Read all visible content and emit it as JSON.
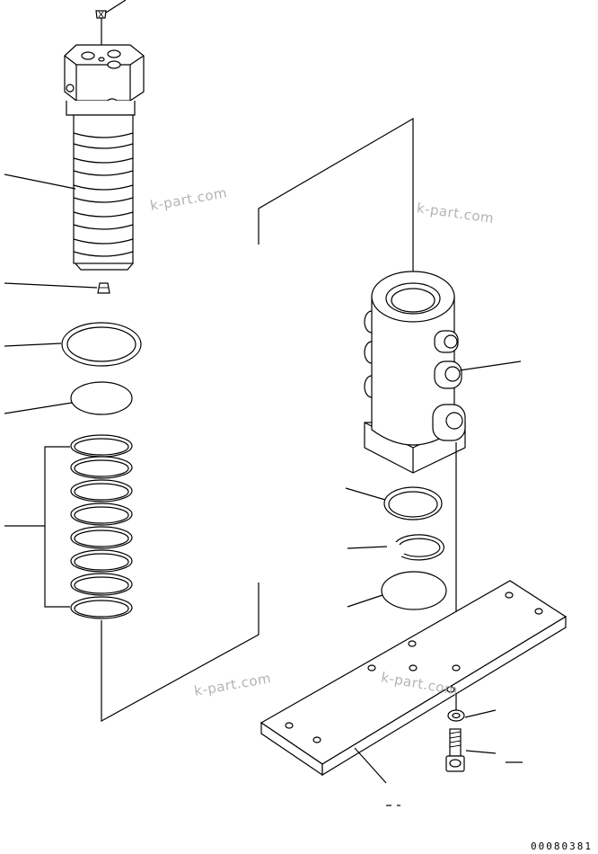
{
  "watermarks": [
    "k-part.com",
    "k-part.com",
    "k-part.com",
    "k-part.com"
  ],
  "drawing_number": "00080381",
  "colors": {
    "line": "#000000",
    "background": "#ffffff",
    "watermark": "#b3b3b3"
  }
}
